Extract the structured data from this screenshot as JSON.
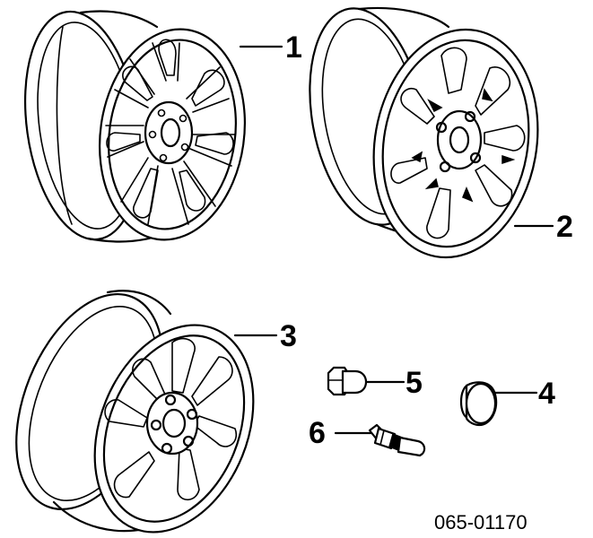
{
  "callouts": {
    "c1": "1",
    "c2": "2",
    "c3": "3",
    "c4": "4",
    "c5": "5",
    "c6": "6"
  },
  "diagram_code": "065-01170",
  "colors": {
    "ink": "#000000",
    "paper": "#ffffff"
  }
}
